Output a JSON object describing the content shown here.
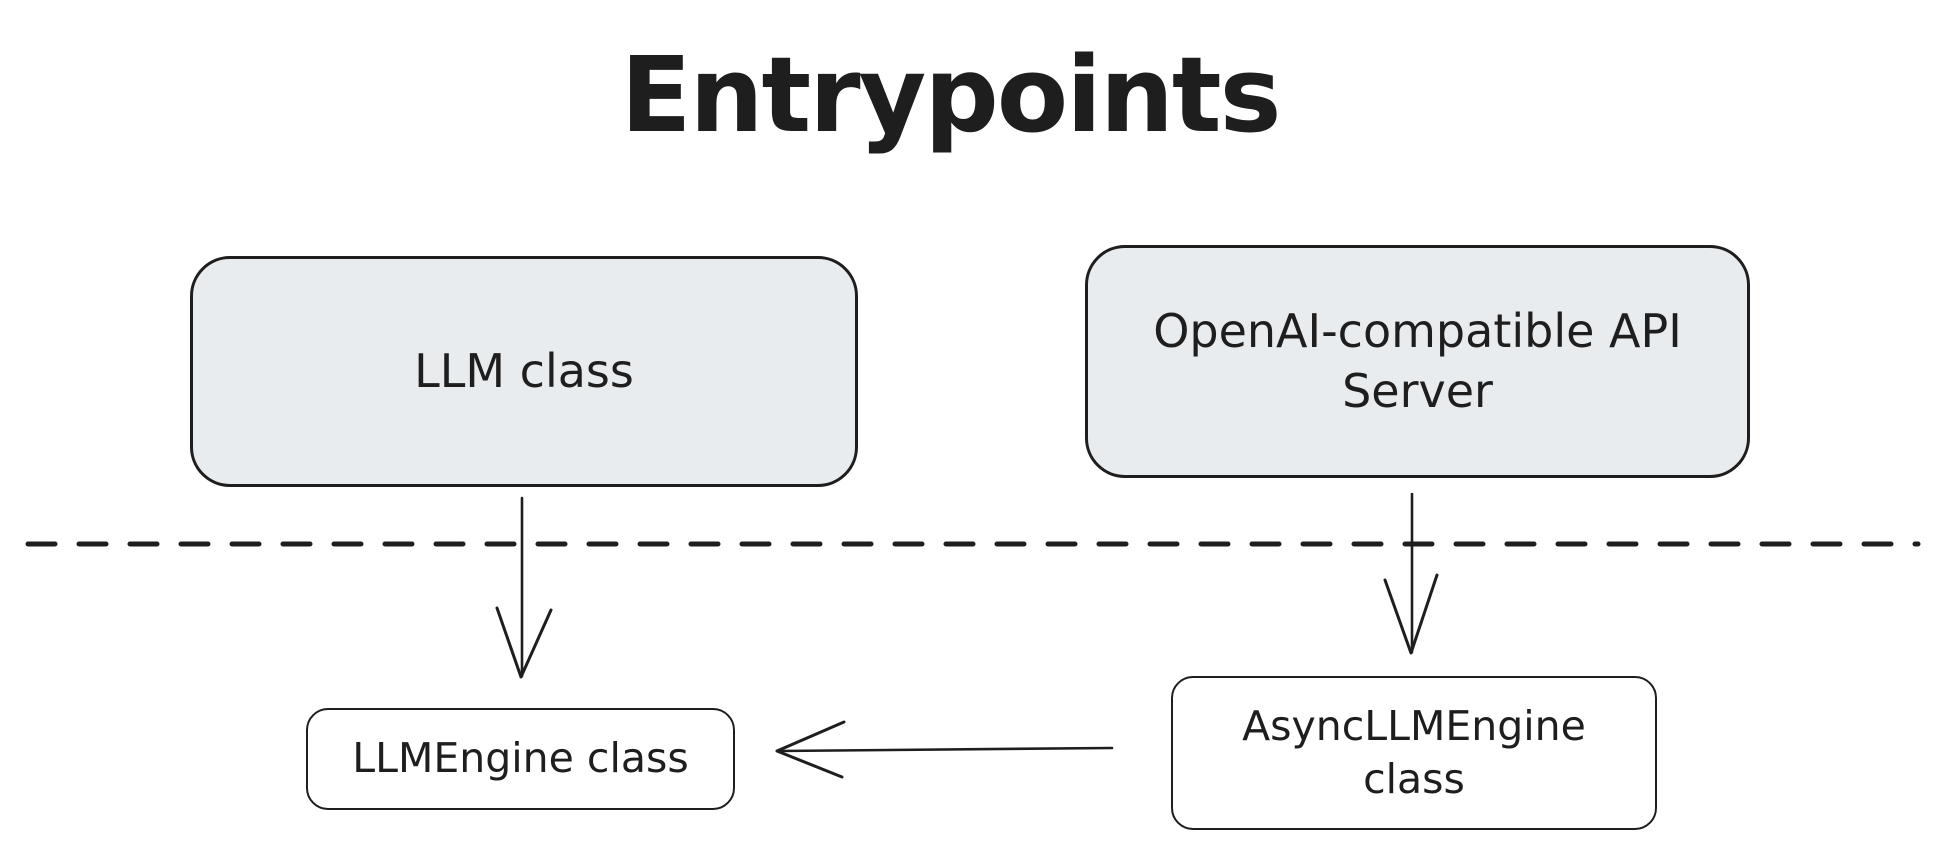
{
  "title": "Entrypoints",
  "colors": {
    "stroke": "#1e1e1e",
    "gray_fill": "#e9ecef",
    "white_fill": "#ffffff",
    "canvas_bg": "#ffffff"
  },
  "nodes": [
    {
      "id": "llm-class",
      "label": "LLM class",
      "fill": "gray"
    },
    {
      "id": "openai-api-server",
      "label": "OpenAI-compatible API Server",
      "fill": "gray"
    },
    {
      "id": "llmengine-class",
      "label": "LLMEngine class",
      "fill": "white"
    },
    {
      "id": "asyncllmengine-class",
      "label": "AsyncLLMEngine class",
      "fill": "white"
    }
  ],
  "edges": [
    {
      "from": "llm-class",
      "to": "llmengine-class",
      "style": "solid-open-arrow"
    },
    {
      "from": "openai-api-server",
      "to": "asyncllmengine-class",
      "style": "solid-open-arrow"
    },
    {
      "from": "asyncllmengine-class",
      "to": "llmengine-class",
      "style": "solid-open-arrow"
    }
  ],
  "divider": {
    "style": "dashed-horizontal"
  }
}
